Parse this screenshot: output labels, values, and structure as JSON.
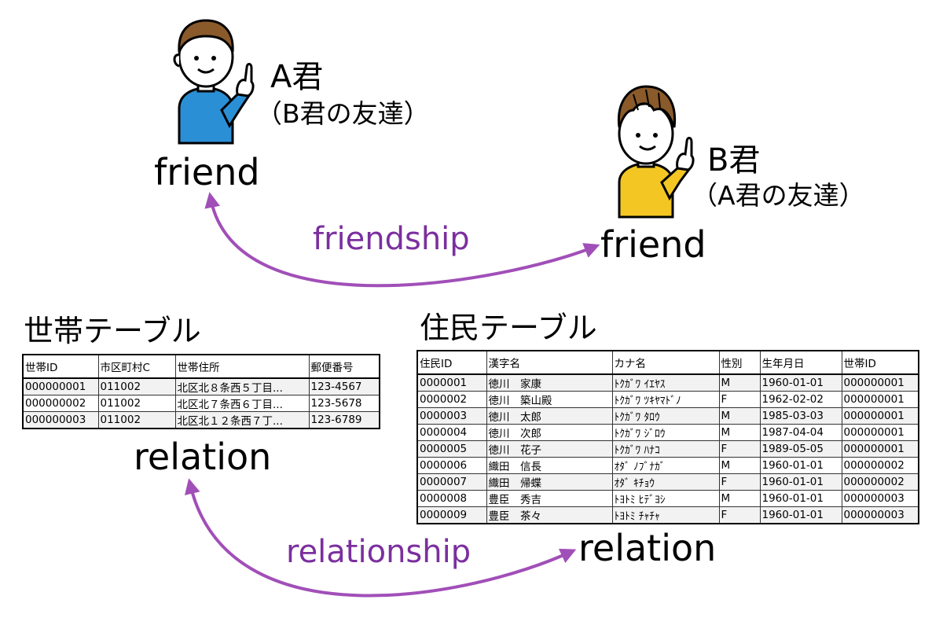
{
  "top": {
    "personA": {
      "name": "A君",
      "desc": "（B君の友達）",
      "role": "friend",
      "shirt_color": "#2b8fd6"
    },
    "personB": {
      "name": "B君",
      "desc": "（A君の友達）",
      "role": "friend",
      "shirt_color": "#f3c623"
    },
    "link_label": "friendship",
    "arrow_color": "#a14fb8"
  },
  "bottom": {
    "link_label": "relationship",
    "arrow_color": "#a14fb8",
    "left_table": {
      "title": "世帯テーブル",
      "role": "relation",
      "columns": [
        "世帯ID",
        "市区町村C",
        "世帯住所",
        "郵便番号"
      ],
      "rows": [
        [
          "000000001",
          "011002",
          "北区北８条西５丁目...",
          "123-4567"
        ],
        [
          "000000002",
          "011002",
          "北区北７条西６丁目...",
          "123-5678"
        ],
        [
          "000000003",
          "011002",
          "北区北１２条西７丁...",
          "123-6789"
        ]
      ]
    },
    "right_table": {
      "title": "住民テーブル",
      "role": "relation",
      "columns": [
        "住民ID",
        "漢字名",
        "カナ名",
        "性別",
        "生年月日",
        "世帯ID"
      ],
      "rows": [
        [
          "0000001",
          "徳川　家康",
          "ﾄｸｶﾞﾜ ｲｴﾔｽ",
          "M",
          "1960-01-01",
          "000000001"
        ],
        [
          "0000002",
          "徳川　築山殿",
          "ﾄｸｶﾞﾜ ﾂｷﾔﾏﾄﾞﾉ",
          "F",
          "1962-02-02",
          "000000001"
        ],
        [
          "0000003",
          "徳川　太郎",
          "ﾄｸｶﾞﾜ ﾀﾛｳ",
          "M",
          "1985-03-03",
          "000000001"
        ],
        [
          "0000004",
          "徳川　次郎",
          "ﾄｸｶﾞﾜ ｼﾞﾛｳ",
          "M",
          "1987-04-04",
          "000000001"
        ],
        [
          "0000005",
          "徳川　花子",
          "ﾄｸｶﾞﾜ ﾊﾅｺ",
          "F",
          "1989-05-05",
          "000000001"
        ],
        [
          "0000006",
          "織田　信長",
          "ｵﾀﾞ ﾉﾌﾞﾅｶﾞ",
          "M",
          "1960-01-01",
          "000000002"
        ],
        [
          "0000007",
          "織田　帰蝶",
          "ｵﾀﾞ ｷﾁｮｳ",
          "F",
          "1960-01-01",
          "000000002"
        ],
        [
          "0000008",
          "豊臣　秀吉",
          "ﾄﾖﾄﾐ ﾋﾃﾞﾖｼ",
          "M",
          "1960-01-01",
          "000000003"
        ],
        [
          "0000009",
          "豊臣　茶々",
          "ﾄﾖﾄﾐ ﾁｬﾁｬ",
          "F",
          "1960-01-01",
          "000000003"
        ]
      ]
    }
  }
}
